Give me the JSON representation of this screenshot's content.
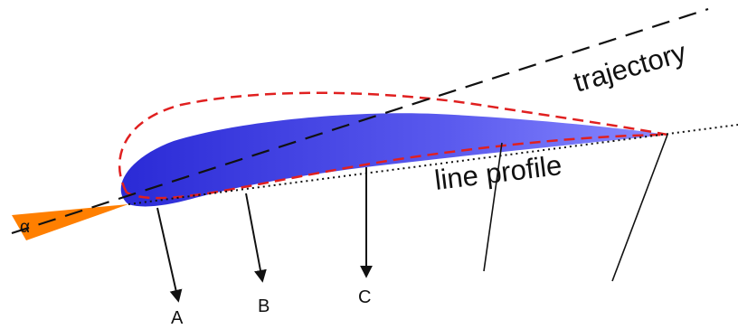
{
  "labels": {
    "trajectory": "trajectory",
    "line_profile": "line profile",
    "alpha": "α",
    "point_a": "A",
    "point_b": "B",
    "point_c": "C"
  },
  "colors": {
    "airfoil_dark": "#2a2ad6",
    "airfoil_light": "#8a8aff",
    "camber_dashed": "#e02020",
    "angle_wedge": "#ff7f00",
    "lines": "#111111"
  }
}
